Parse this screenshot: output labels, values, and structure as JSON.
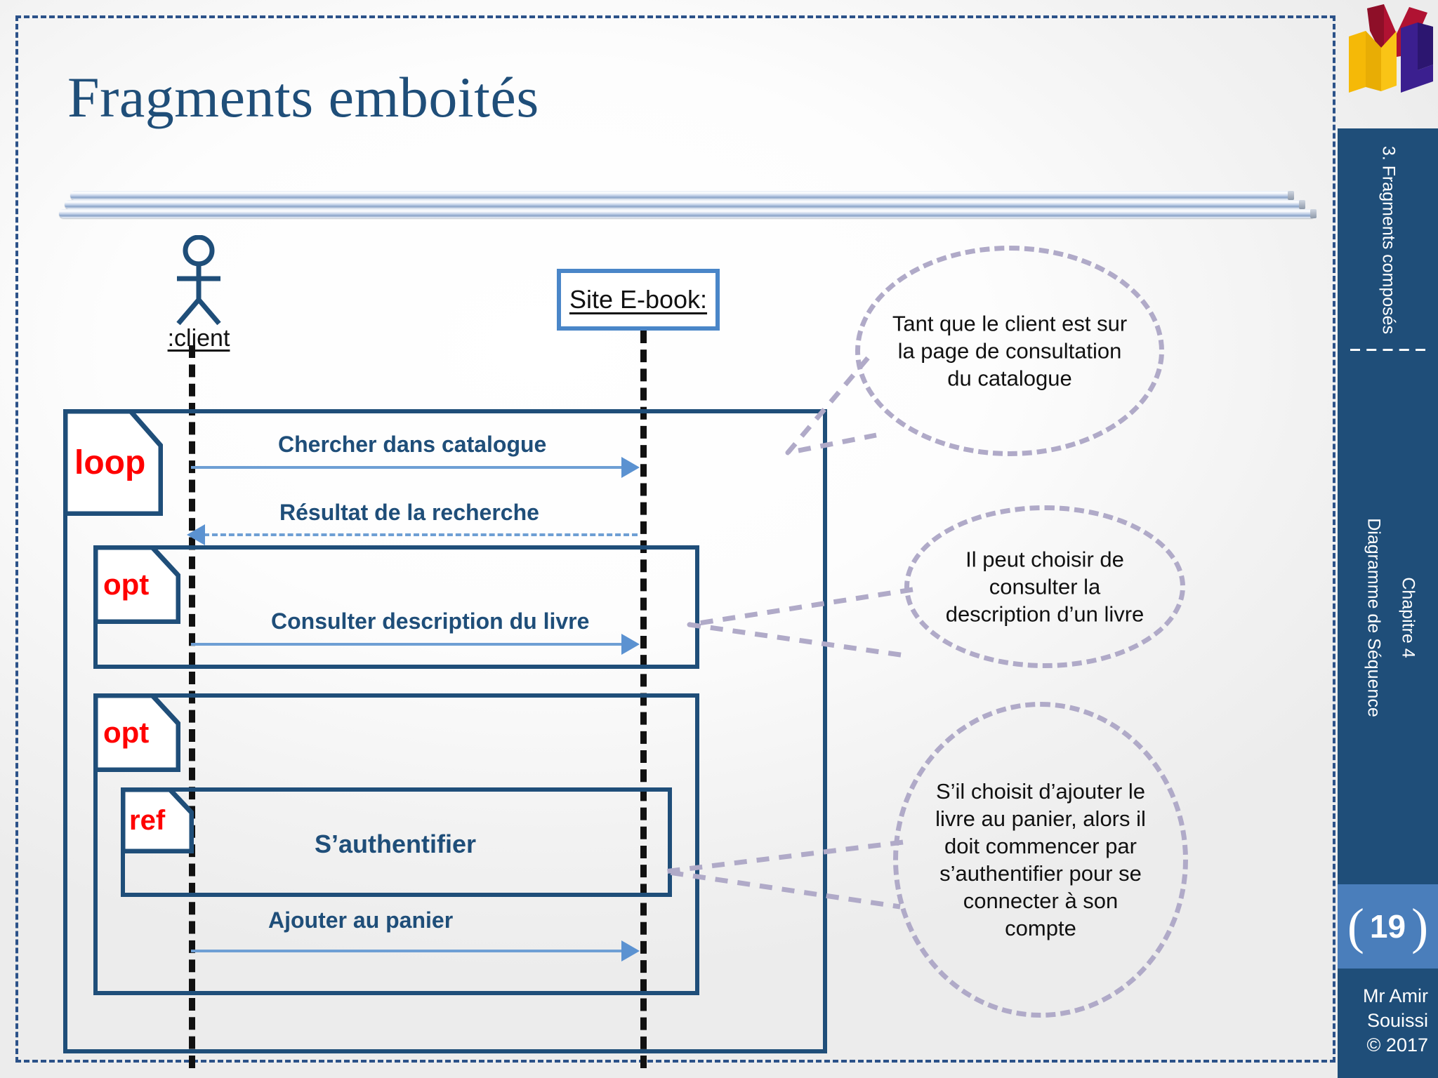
{
  "slide": {
    "title": "Fragments emboités",
    "number": "19",
    "bracket_left": "(",
    "bracket_right": ")"
  },
  "diagram": {
    "actor": {
      "label": ":client",
      "icon": "actor-stick-figure-icon"
    },
    "object": {
      "label": "Site E-book:"
    },
    "fragments": [
      {
        "operator": "loop"
      },
      {
        "operator": "opt"
      },
      {
        "operator": "opt"
      },
      {
        "operator": "ref"
      }
    ],
    "messages": [
      {
        "label": "Chercher dans catalogue",
        "kind": "sync",
        "direction": "right"
      },
      {
        "label": "Résultat de la recherche",
        "kind": "return",
        "direction": "left"
      },
      {
        "label": "Consulter description du livre",
        "kind": "sync",
        "direction": "right"
      },
      {
        "label": "S’authentifier",
        "kind": "ref-interaction",
        "direction": "none"
      },
      {
        "label": "Ajouter au panier",
        "kind": "sync",
        "direction": "right"
      }
    ],
    "callouts": [
      {
        "text": "Tant que le client est sur la page de consultation du catalogue"
      },
      {
        "text": "Il peut choisir de consulter la description d’un livre"
      },
      {
        "text": "S’il choisit d’ajouter le livre au panier, alors il doit commencer par  s’authentifier pour se connecter à son compte"
      }
    ]
  },
  "sidebar": {
    "logo_alt": "uml-logo-icon",
    "section": "3. Fragments composés",
    "chapter": "Chapitre 4",
    "chapter_sub": "Diagramme de Séquence",
    "author_line1": "Mr Amir",
    "author_line2": "Souissi",
    "author_line3": "© 2017"
  },
  "colors": {
    "title_blue": "#1f4e79",
    "frame_blue": "#1f4e79",
    "object_border": "#4a86c8",
    "operator_red": "#ff0000",
    "arrow_blue": "#5b92d1",
    "callout_border": "#b0aac8",
    "sidebar_blue": "#1f4e79",
    "sidebar_accent": "#4a7ebb"
  }
}
